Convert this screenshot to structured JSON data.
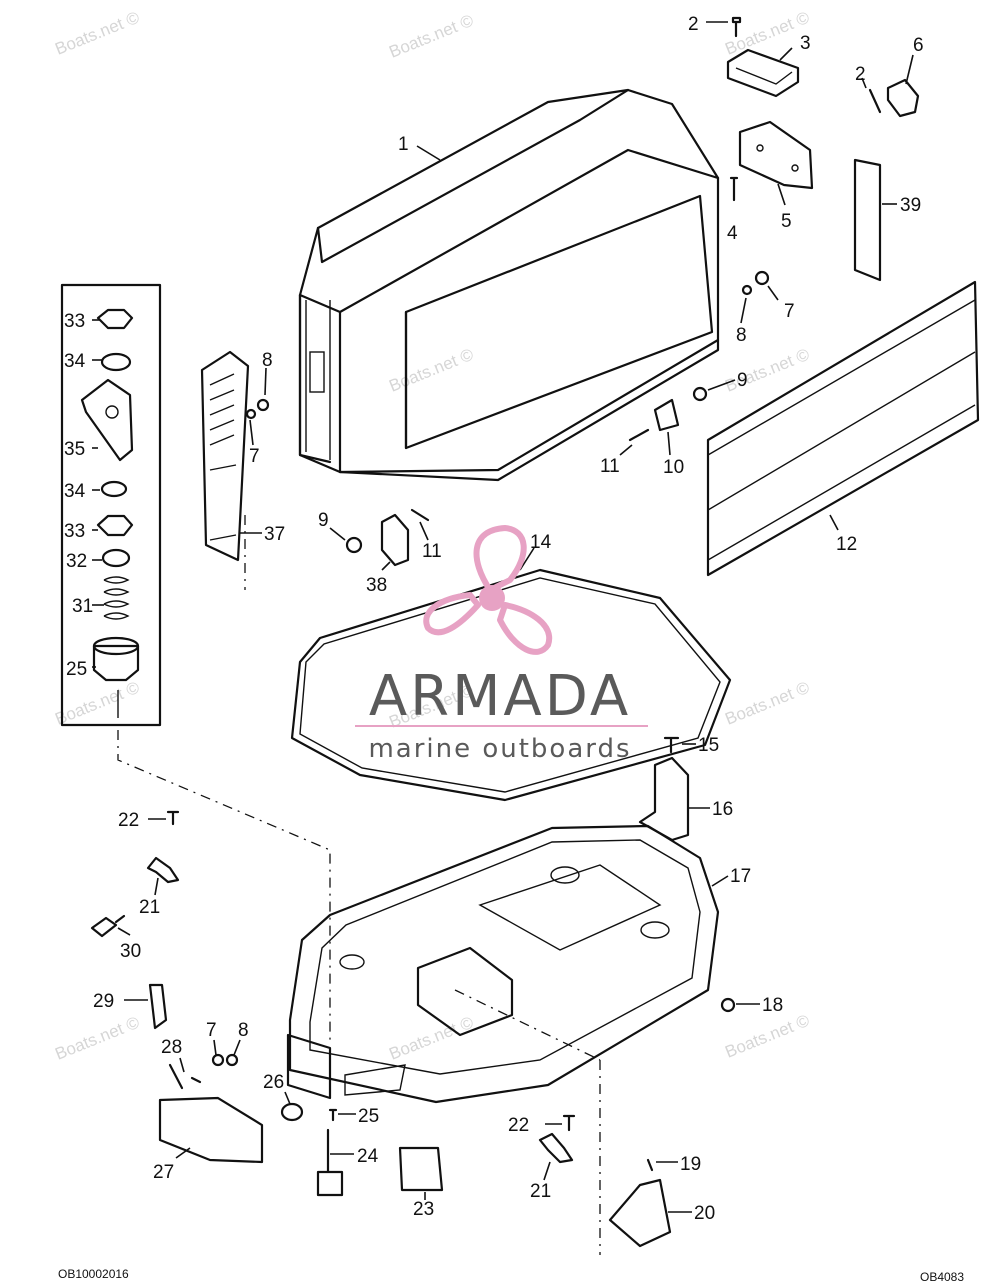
{
  "brand": {
    "name": "ARMADA",
    "tagline": "marine outboards",
    "logo_color": "#e7a2c4",
    "line_color": "#e7a2c4"
  },
  "watermark": "Boats.net ©",
  "codes": {
    "left": "OB10002016",
    "right": "OB4083"
  },
  "callouts": [
    {
      "id": "c1",
      "text": "1"
    },
    {
      "id": "c2a",
      "text": "2"
    },
    {
      "id": "c2b",
      "text": "2"
    },
    {
      "id": "c3",
      "text": "3"
    },
    {
      "id": "c4",
      "text": "4"
    },
    {
      "id": "c5",
      "text": "5"
    },
    {
      "id": "c6",
      "text": "6"
    },
    {
      "id": "c7a",
      "text": "7"
    },
    {
      "id": "c7b",
      "text": "7"
    },
    {
      "id": "c7c",
      "text": "7"
    },
    {
      "id": "c8a",
      "text": "8"
    },
    {
      "id": "c8b",
      "text": "8"
    },
    {
      "id": "c8c",
      "text": "8"
    },
    {
      "id": "c9a",
      "text": "9"
    },
    {
      "id": "c9b",
      "text": "9"
    },
    {
      "id": "c10",
      "text": "10"
    },
    {
      "id": "c11a",
      "text": "11"
    },
    {
      "id": "c11b",
      "text": "11"
    },
    {
      "id": "c12",
      "text": "12"
    },
    {
      "id": "c14",
      "text": "14"
    },
    {
      "id": "c15",
      "text": "15"
    },
    {
      "id": "c16",
      "text": "16"
    },
    {
      "id": "c17",
      "text": "17"
    },
    {
      "id": "c18",
      "text": "18"
    },
    {
      "id": "c19",
      "text": "19"
    },
    {
      "id": "c20",
      "text": "20"
    },
    {
      "id": "c21a",
      "text": "21"
    },
    {
      "id": "c21b",
      "text": "21"
    },
    {
      "id": "c22a",
      "text": "22"
    },
    {
      "id": "c22b",
      "text": "22"
    },
    {
      "id": "c23",
      "text": "23"
    },
    {
      "id": "c24",
      "text": "24"
    },
    {
      "id": "c25a",
      "text": "25"
    },
    {
      "id": "c25b",
      "text": "25"
    },
    {
      "id": "c26",
      "text": "26"
    },
    {
      "id": "c27",
      "text": "27"
    },
    {
      "id": "c28",
      "text": "28"
    },
    {
      "id": "c29",
      "text": "29"
    },
    {
      "id": "c30",
      "text": "30"
    },
    {
      "id": "c31",
      "text": "31"
    },
    {
      "id": "c32",
      "text": "32"
    },
    {
      "id": "c33a",
      "text": "33"
    },
    {
      "id": "c33b",
      "text": "33"
    },
    {
      "id": "c34a",
      "text": "34"
    },
    {
      "id": "c34b",
      "text": "34"
    },
    {
      "id": "c35",
      "text": "35"
    },
    {
      "id": "c37",
      "text": "37"
    },
    {
      "id": "c38",
      "text": "38"
    },
    {
      "id": "c39",
      "text": "39"
    }
  ]
}
